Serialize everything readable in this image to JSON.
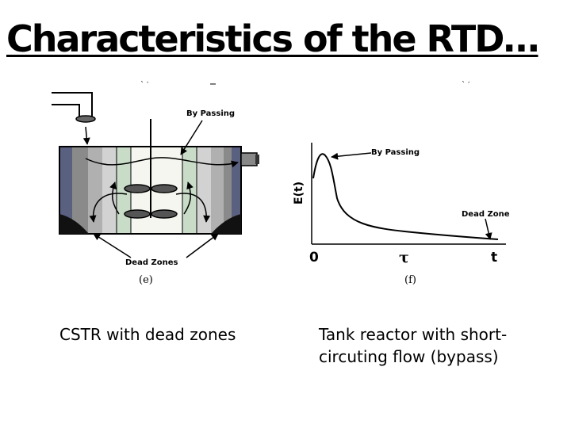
{
  "slide": {
    "title": "Characteristics of the RTD…"
  },
  "figure_left": {
    "label": "(e)",
    "bypass_label": "By Passing",
    "dead_zone_label": "Dead Zones"
  },
  "figure_right": {
    "label": "(f)",
    "bypass_label": "By Passing",
    "dead_zone_label": "Dead Zone",
    "y_axis_label": "E(t)",
    "x_tick_0": "0",
    "x_tick_tau": "τ",
    "x_tick_t": "t"
  },
  "captions": {
    "left": "CSTR with dead zones",
    "right": "Tank reactor with short-circuting flow (bypass)"
  }
}
